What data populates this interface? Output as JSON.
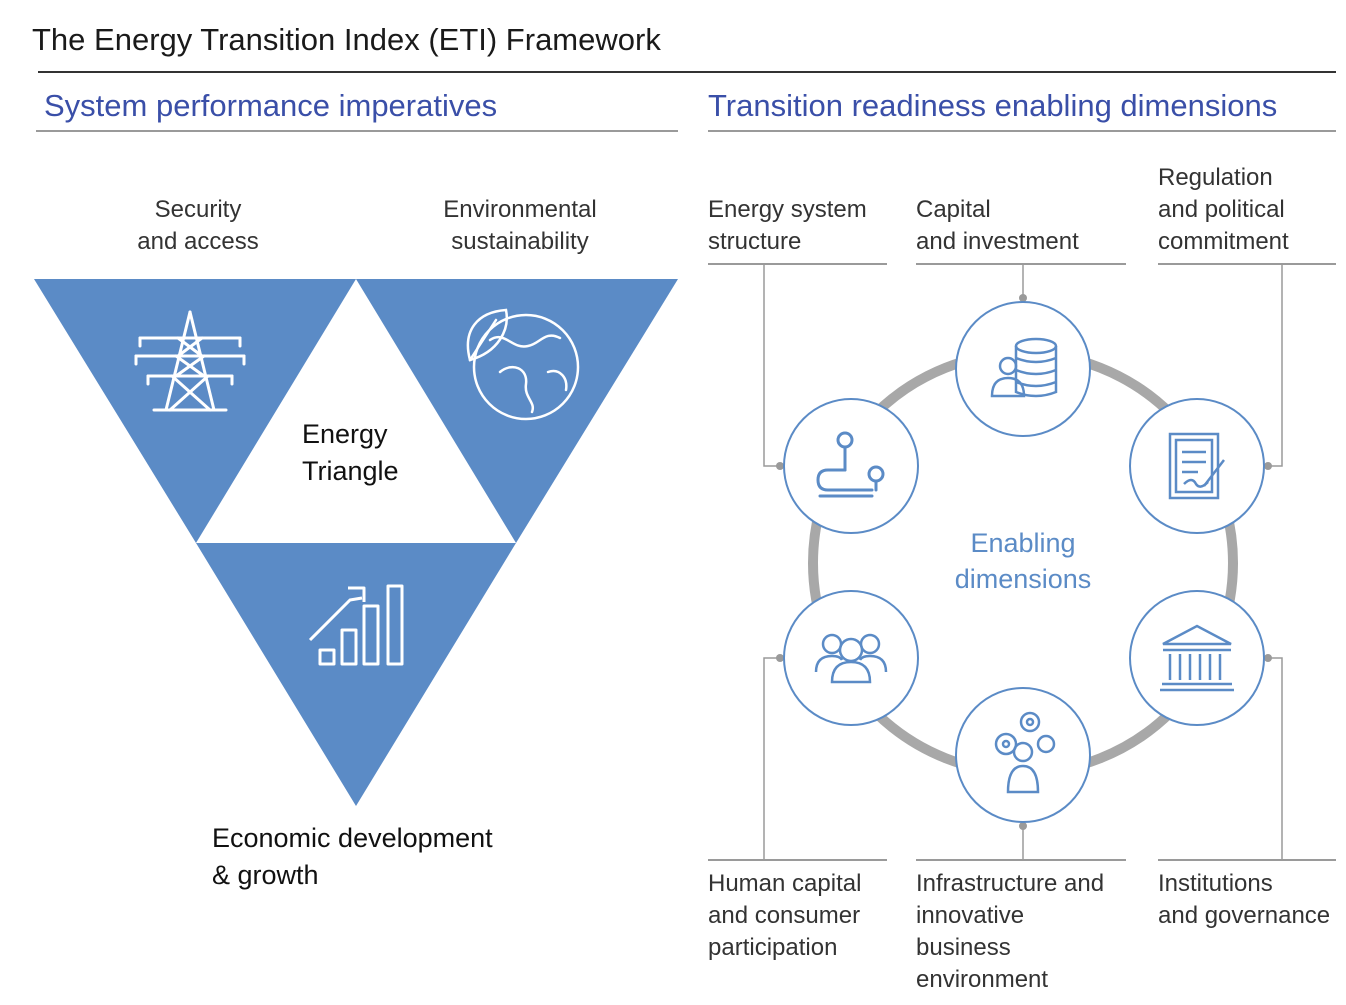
{
  "title": "The Energy Transition Index (ETI) Framework",
  "left": {
    "heading": "System performance imperatives",
    "security": "Security\nand access",
    "environmental": "Environmental\nsustainability",
    "triangle": "Energy\nTriangle",
    "economic": "Economic development\n& growth"
  },
  "right": {
    "heading": "Transition readiness enabling dimensions",
    "center": "Enabling\ndimensions",
    "energy_system": "Energy system\nstructure",
    "capital": "Capital\nand investment",
    "regulation": "Regulation\nand political\ncommitment",
    "human_capital": "Human capital\nand consumer\nparticipation",
    "infrastructure": "Infrastructure and\ninnovative\nbusiness\nenvironment",
    "institutions": "Institutions\nand governance"
  },
  "colors": {
    "triangle_fill": "#5b8bc6",
    "accent_text": "#3a4fa8",
    "circle_stroke": "#5b8bc6",
    "ring": "#9a9a9a"
  },
  "icons": {
    "security": "power-pylon-icon",
    "environmental": "globe-leaf-icon",
    "economic": "growth-chart-icon",
    "energy_system": "pipeline-icon",
    "capital": "coin-investor-icon",
    "regulation": "signed-document-icon",
    "human_capital": "people-group-icon",
    "infrastructure": "gears-person-icon",
    "institutions": "government-building-icon"
  }
}
